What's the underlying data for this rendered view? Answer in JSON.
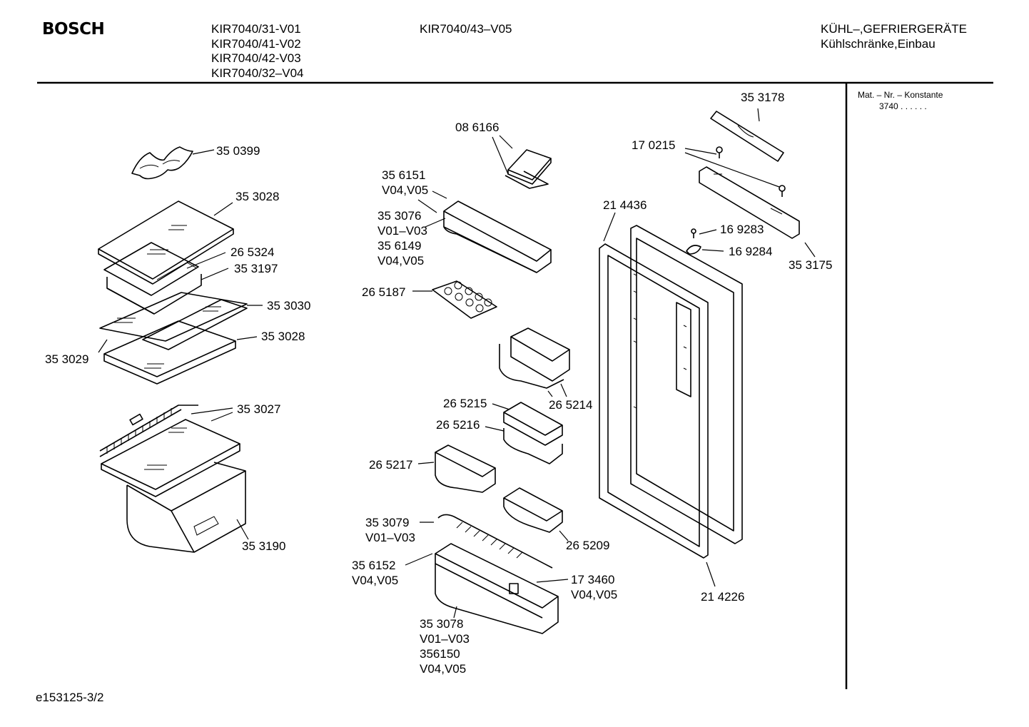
{
  "header": {
    "brand": "BOSCH",
    "models_col1": [
      "KIR7040/31-V01",
      "KIR7040/41-V02",
      "KIR7040/42-V03",
      "KIR7040/32–V04"
    ],
    "models_col2": [
      "KIR7040/43–V05"
    ],
    "category": "KÜHL–,GEFRIERGERÄTE",
    "subcategory": "Kühlschränke,Einbau"
  },
  "sidebar": {
    "title": "Mat. – Nr. – Konstante",
    "constant": "3740 .  .    .  .  .  ."
  },
  "parts": [
    {
      "id": "p350399",
      "lines": [
        "35 0399"
      ]
    },
    {
      "id": "p353028a",
      "lines": [
        "35 3028"
      ]
    },
    {
      "id": "p265324",
      "lines": [
        "26 5324"
      ]
    },
    {
      "id": "p353197",
      "lines": [
        "35 3197"
      ]
    },
    {
      "id": "p353030",
      "lines": [
        "35 3030"
      ]
    },
    {
      "id": "p353028b",
      "lines": [
        "35 3028"
      ]
    },
    {
      "id": "p353029",
      "lines": [
        "35 3029"
      ]
    },
    {
      "id": "p353027",
      "lines": [
        "35 3027"
      ]
    },
    {
      "id": "p353190",
      "lines": [
        "35 3190"
      ]
    },
    {
      "id": "p086166",
      "lines": [
        "08 6166"
      ]
    },
    {
      "id": "p356151",
      "lines": [
        "35 6151",
        "V04,V05"
      ]
    },
    {
      "id": "p353076",
      "lines": [
        "35 3076",
        "V01–V03",
        "35 6149",
        "V04,V05"
      ]
    },
    {
      "id": "p265187",
      "lines": [
        "26 5187"
      ]
    },
    {
      "id": "p265214",
      "lines": [
        "26 5214"
      ]
    },
    {
      "id": "p265215",
      "lines": [
        "26 5215"
      ]
    },
    {
      "id": "p265216",
      "lines": [
        "26 5216"
      ]
    },
    {
      "id": "p265217",
      "lines": [
        "26 5217"
      ]
    },
    {
      "id": "p265209",
      "lines": [
        "26 5209"
      ]
    },
    {
      "id": "p353079",
      "lines": [
        "35 3079",
        "V01–V03"
      ]
    },
    {
      "id": "p356152",
      "lines": [
        "35 6152",
        "V04,V05"
      ]
    },
    {
      "id": "p173460",
      "lines": [
        "17 3460",
        "V04,V05"
      ]
    },
    {
      "id": "p353078",
      "lines": [
        "35 3078",
        "V01–V03",
        "356150",
        "V04,V05"
      ]
    },
    {
      "id": "p353178",
      "lines": [
        "35 3178"
      ]
    },
    {
      "id": "p170215",
      "lines": [
        "17 0215"
      ]
    },
    {
      "id": "p214436",
      "lines": [
        "21 4436"
      ]
    },
    {
      "id": "p169283",
      "lines": [
        "16 9283"
      ]
    },
    {
      "id": "p169284",
      "lines": [
        "16 9284"
      ]
    },
    {
      "id": "p353175",
      "lines": [
        "35 3175"
      ]
    },
    {
      "id": "p214226",
      "lines": [
        "21 4226"
      ]
    }
  ],
  "footer": {
    "code": "e153125-3/2"
  }
}
